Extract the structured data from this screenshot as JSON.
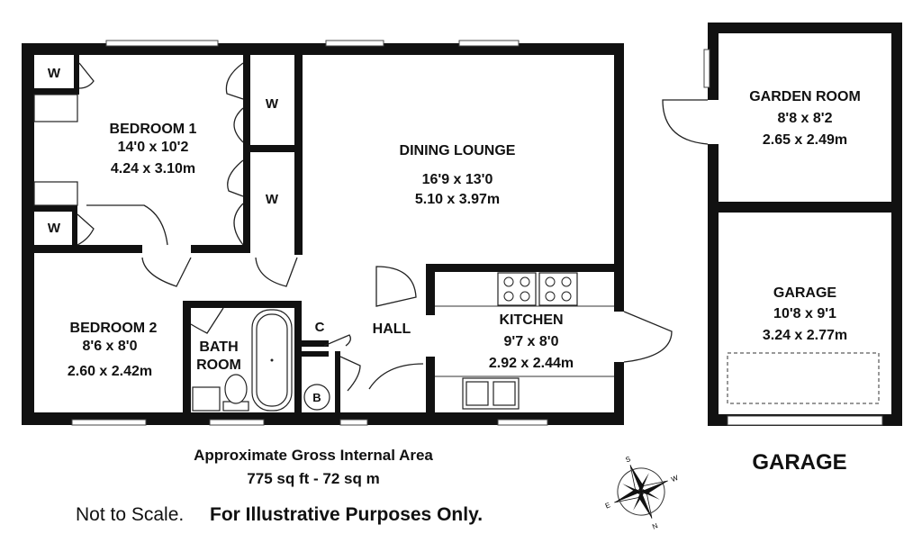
{
  "rooms": {
    "bedroom1": {
      "name": "BEDROOM  1",
      "imperial": "14'0 x 10'2",
      "metric": "4.24 x 3.10m"
    },
    "dining": {
      "name": "DINING LOUNGE",
      "imperial": "16'9 x 13'0",
      "metric": "5.10 x 3.97m"
    },
    "bedroom2": {
      "name": "BEDROOM 2",
      "imperial": "8'6 x 8'0",
      "metric": "2.60 x 2.42m"
    },
    "bathroom": {
      "line1": "BATH",
      "line2": "ROOM"
    },
    "kitchen": {
      "name": "KITCHEN",
      "imperial": "9'7 x 8'0",
      "metric": "2.92 x 2.44m"
    },
    "hall": {
      "name": "HALL"
    },
    "cupboard": {
      "name": "C"
    },
    "boiler": {
      "name": "B"
    },
    "wardrobe": {
      "name": "W"
    },
    "garden_room": {
      "name": "GARDEN ROOM",
      "imperial": "8'8 x 8'2",
      "metric": "2.65 x 2.49m"
    },
    "garage": {
      "name": "GARAGE",
      "imperial": "10'8 x 9'1",
      "metric": "3.24 x 2.77m"
    }
  },
  "garage_title": "GARAGE",
  "area": {
    "title": "Approximate Gross Internal Area",
    "value": "775 sq ft - 72 sq m"
  },
  "disclaimer": {
    "plain": "Not to Scale.",
    "bold": "For Illustrative Purposes Only."
  },
  "compass": {
    "n": "N",
    "s": "S",
    "e": "E",
    "w": "W"
  }
}
